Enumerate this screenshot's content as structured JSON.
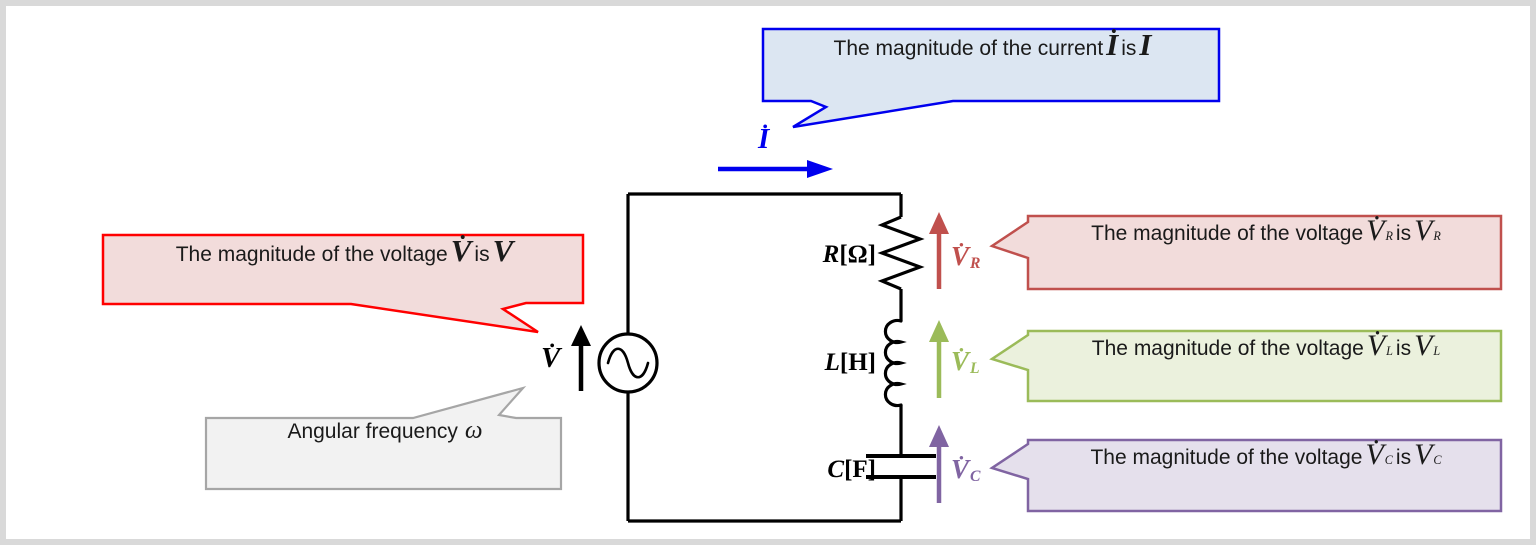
{
  "colors": {
    "blue": "#0000ee",
    "blue_fill": "#dce6f2",
    "red_bright": "#ff0000",
    "red_muted": "#c0504d",
    "red_fill": "#f2dcdb",
    "green": "#9bbb59",
    "green_fill": "#ebf1dd",
    "purple": "#8064a2",
    "purple_fill": "#e5e0ec",
    "gray_border": "#a6a6a6",
    "gray_fill": "#f2f2f2",
    "wire": "#000000",
    "frame": "#d9d9d9",
    "white": "#ffffff"
  },
  "callouts": {
    "current": {
      "prefix": "The magnitude of the current",
      "phasor": {
        "letter": "I",
        "dot": "•"
      },
      "linker": "is",
      "magnitude": {
        "letter": "I"
      }
    },
    "source_voltage": {
      "prefix": "The magnitude of the voltage",
      "phasor": {
        "letter": "V",
        "dot": "•"
      },
      "linker": "is",
      "magnitude": {
        "letter": "V"
      }
    },
    "angular_frequency": {
      "prefix": "Angular frequency",
      "symbol": "ω"
    },
    "vr": {
      "prefix": "The magnitude of the voltage",
      "phasor": {
        "letter": "V",
        "dot": "•",
        "sub": "R"
      },
      "linker": "is",
      "magnitude": {
        "letter": "V",
        "sub": "R"
      }
    },
    "vl": {
      "prefix": "The magnitude of the voltage",
      "phasor": {
        "letter": "V",
        "dot": "•",
        "sub": "L"
      },
      "linker": "is",
      "magnitude": {
        "letter": "V",
        "sub": "L"
      }
    },
    "vc": {
      "prefix": "The magnitude of the voltage",
      "phasor": {
        "letter": "V",
        "dot": "•",
        "sub": "C"
      },
      "linker": "is",
      "magnitude": {
        "letter": "V",
        "sub": "C"
      }
    }
  },
  "diagram": {
    "labels": {
      "current": {
        "letter": "I",
        "dot": "•"
      },
      "source": {
        "letter": "V",
        "dot": "•"
      },
      "vr": {
        "letter": "V",
        "dot": "•",
        "sub": "R"
      },
      "vl": {
        "letter": "V",
        "dot": "•",
        "sub": "L"
      },
      "vc": {
        "letter": "V",
        "dot": "•",
        "sub": "C"
      }
    },
    "components": {
      "resistor": {
        "name": "R",
        "unit": "[Ω]"
      },
      "inductor": {
        "name": "L",
        "unit": "[H]"
      },
      "capacitor": {
        "name": "C",
        "unit": "[F]"
      }
    }
  }
}
